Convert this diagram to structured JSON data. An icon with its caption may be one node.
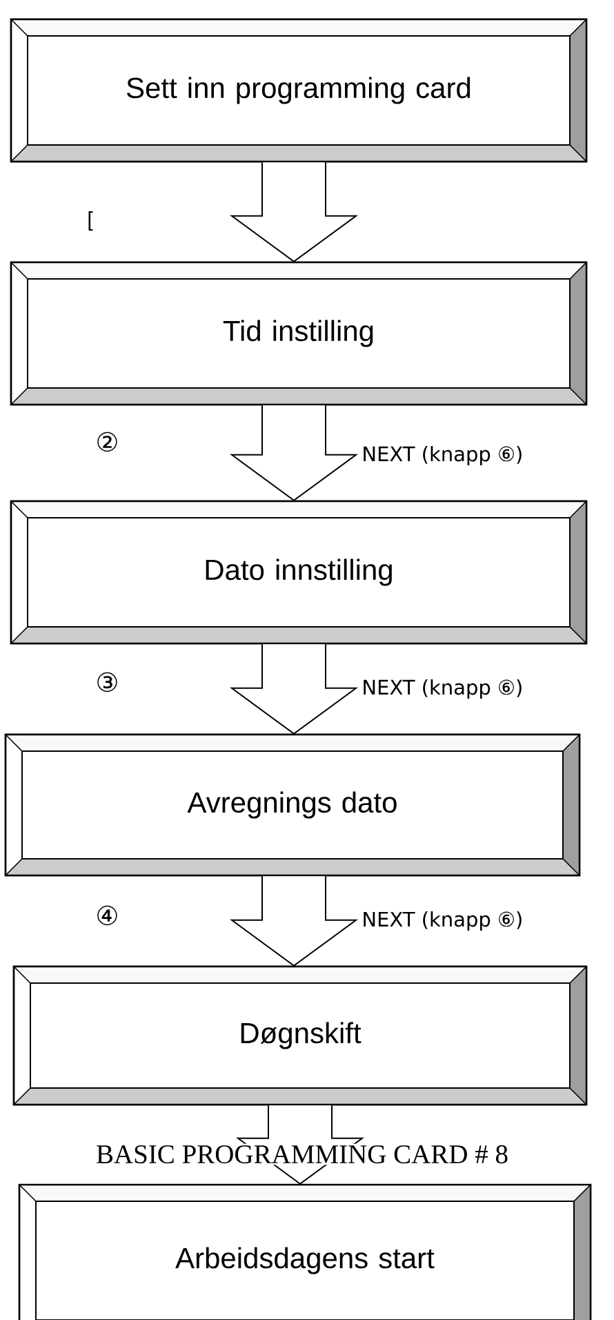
{
  "diagram": {
    "nodes": [
      {
        "text": [
          "Sett inn programming card"
        ]
      },
      {
        "text": [
          "Tid instilling"
        ]
      },
      {
        "text": [
          "Dato innstilling"
        ]
      },
      {
        "text": [
          "Avregnings dato"
        ]
      },
      {
        "text": [
          "Døgnskift"
        ]
      },
      {
        "text": [
          "Arbeidsdagens start"
        ]
      }
    ],
    "edges": [
      {
        "from": 0,
        "to": 1,
        "arrow": "to"
      },
      {
        "from": 1,
        "to": 2,
        "arrow": "to",
        "label": "NEXT (knapp ⑥)"
      },
      {
        "from": 2,
        "to": 3,
        "arrow": "to",
        "label": "NEXT (knapp ⑥)"
      },
      {
        "from": 3,
        "to": 4,
        "arrow": "to",
        "label": "NEXT (knapp ⑥)"
      },
      {
        "from": 4,
        "to": 5,
        "arrow": "to"
      }
    ],
    "labels": [
      "[",
      "②",
      "③",
      "④",
      "BASIC PROGRAMMING CARD # 8"
    ]
  }
}
